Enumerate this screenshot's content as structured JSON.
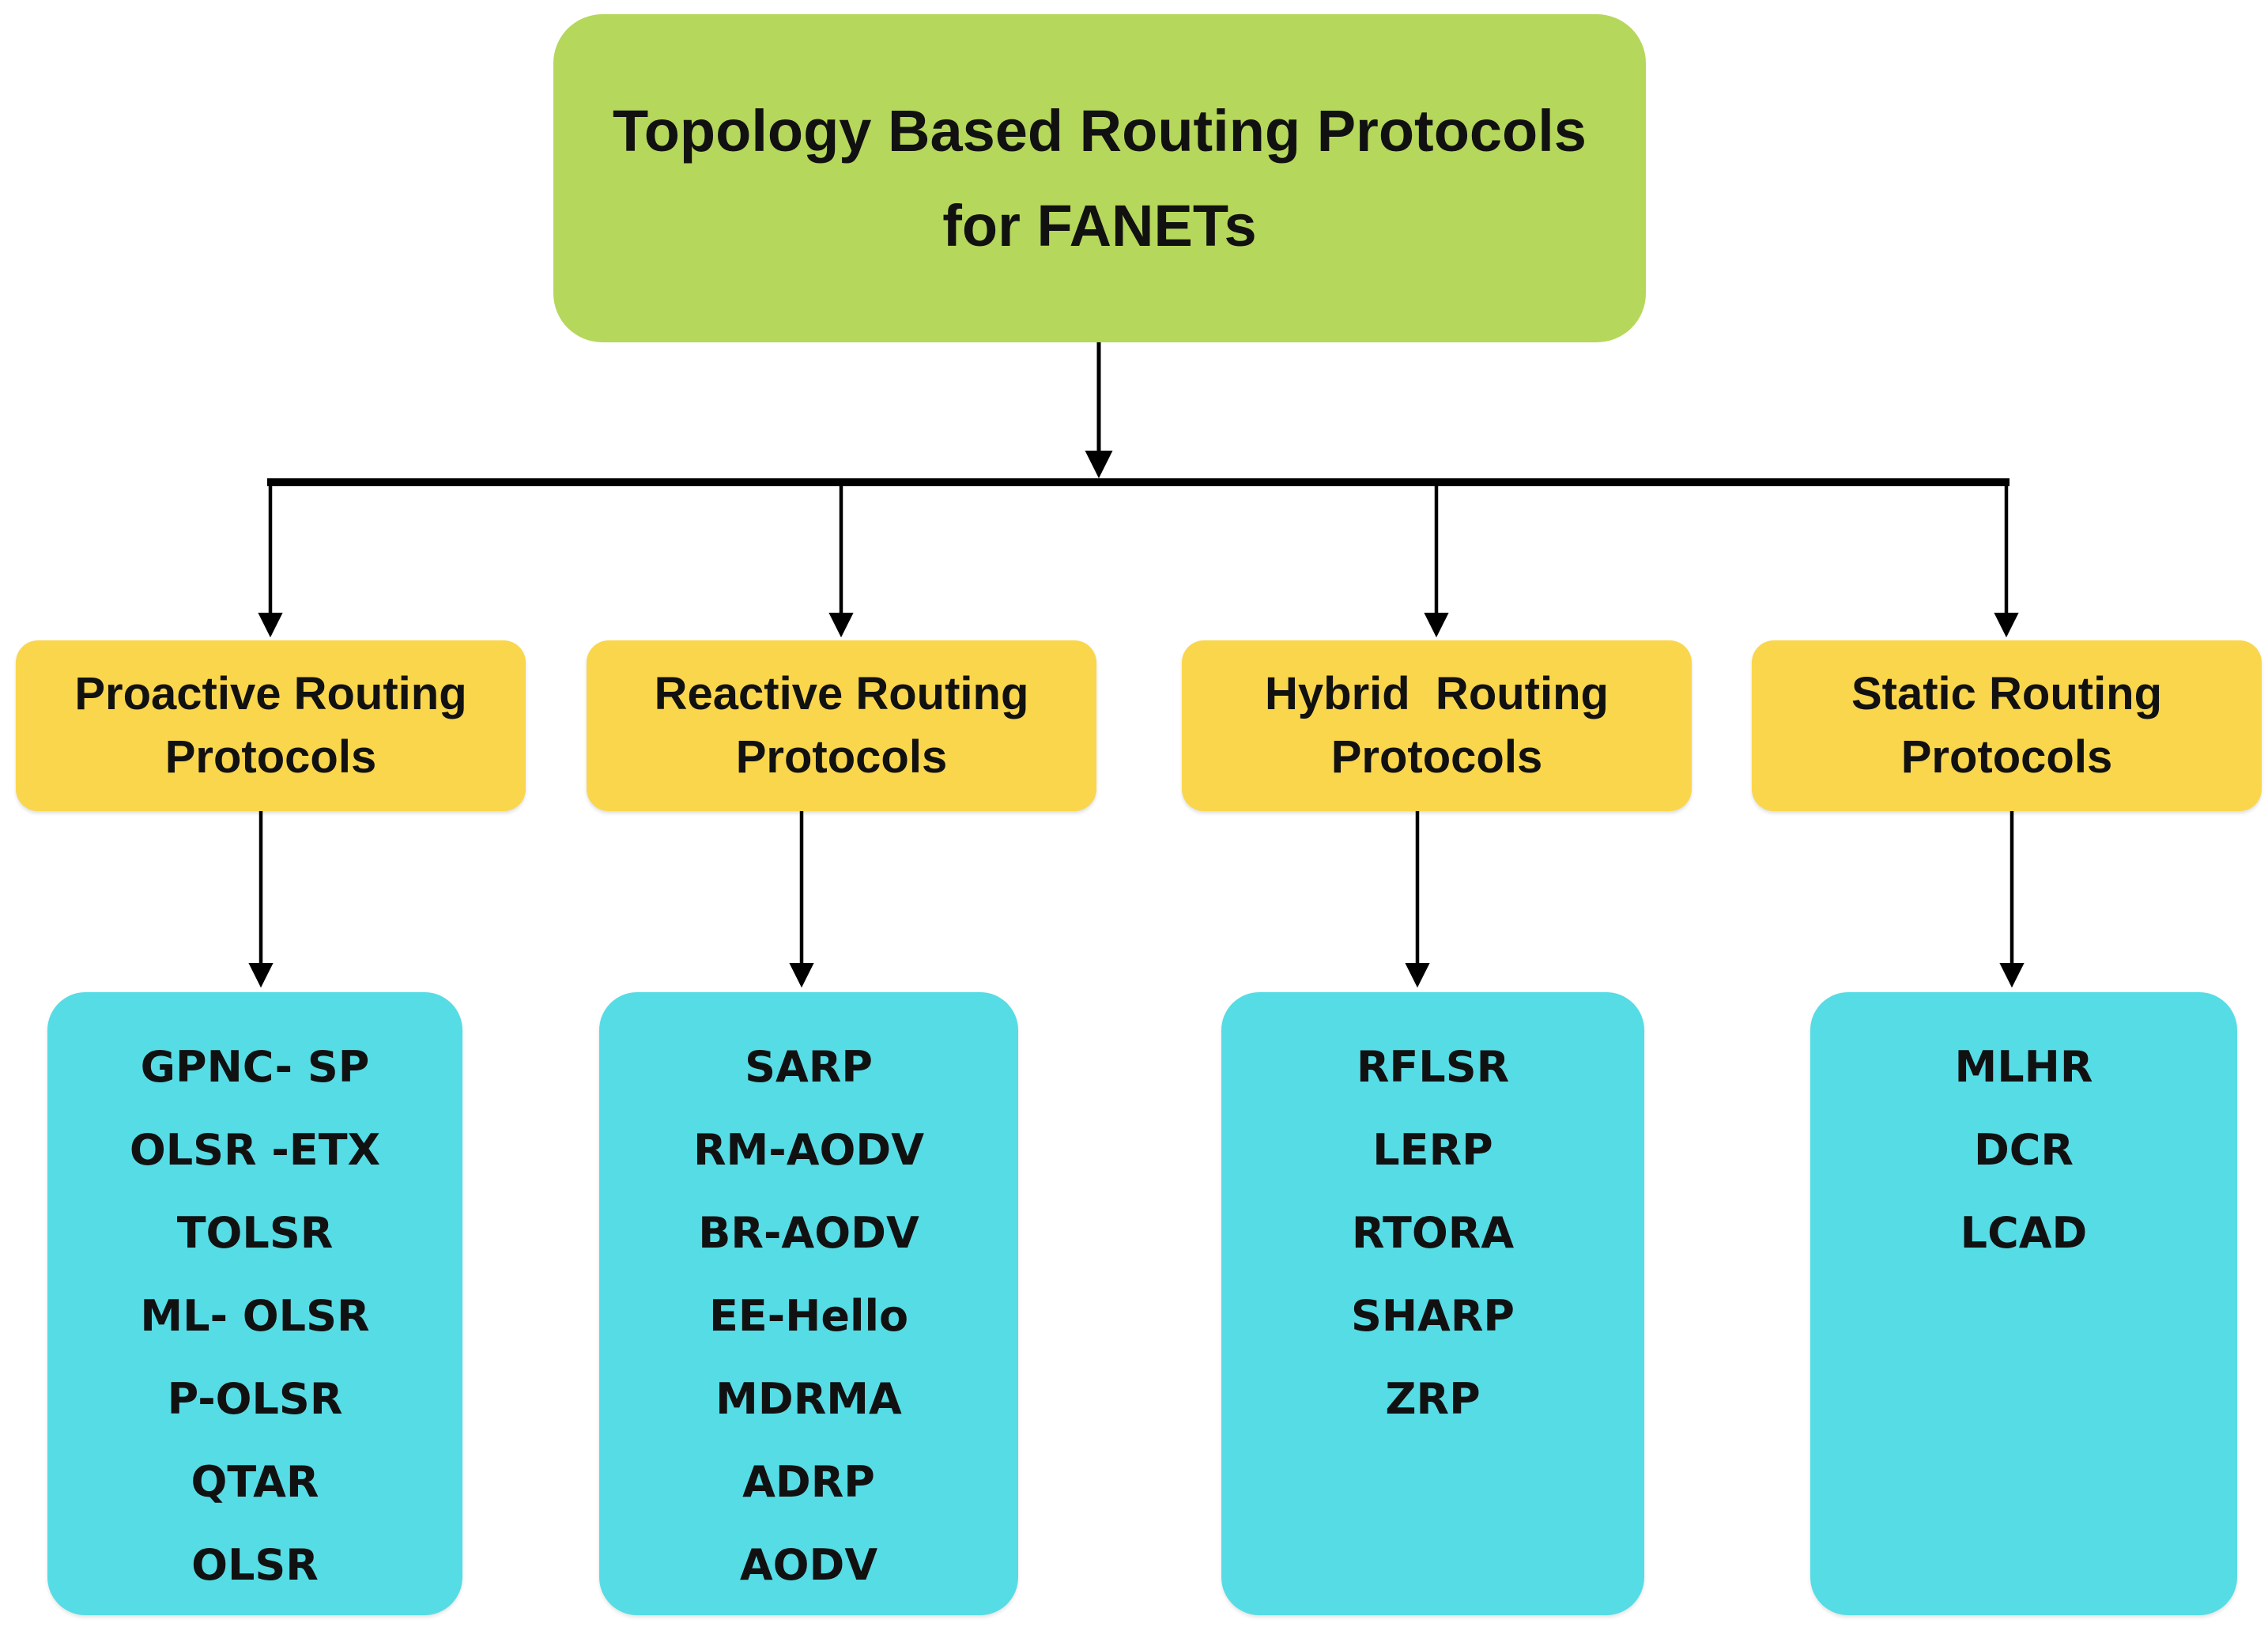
{
  "diagram": {
    "root": {
      "title_line1": "Topology Based Routing Protocols",
      "title_line2": "for FANETs"
    },
    "categories": [
      {
        "id": "proactive",
        "label_line1": "Proactive Routing",
        "label_line2": "Protocols",
        "protocols": [
          "GPNC- SP",
          "OLSR -ETX",
          "TOLSR",
          "ML- OLSR",
          "P-OLSR",
          "QTAR",
          "OLSR"
        ]
      },
      {
        "id": "reactive",
        "label_line1": "Reactive Routing",
        "label_line2": "Protocols",
        "protocols": [
          "SARP",
          "RM-AODV",
          "BR-AODV",
          "EE-Hello",
          "MDRMA",
          "ADRP",
          "AODV"
        ]
      },
      {
        "id": "hybrid",
        "label_line1": "Hybrid  Routing",
        "label_line2": "Protocols",
        "protocols": [
          "RFLSR",
          "LERP",
          "RTORA",
          "SHARP",
          "ZRP"
        ]
      },
      {
        "id": "static",
        "label_line1": "Static Routing",
        "label_line2": "Protocols",
        "protocols": [
          "MLHR",
          "DCR",
          "LCAD"
        ]
      }
    ],
    "colors": {
      "root_fill": "#B5D75B",
      "category_fill": "#FAD64D",
      "list_fill": "#56DCE5",
      "text": "#111111",
      "connector": "#000000"
    }
  }
}
